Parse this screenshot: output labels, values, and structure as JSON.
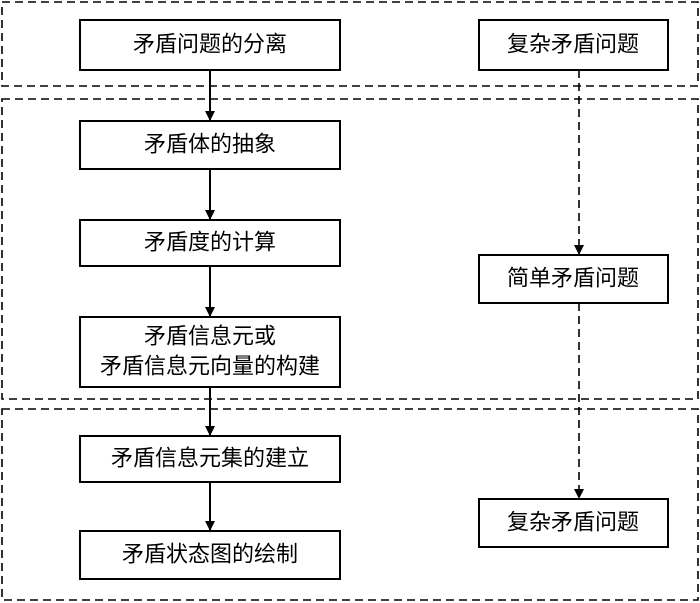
{
  "diagram": {
    "left_column": {
      "step_separate": "矛盾问题的分离",
      "step_abstract": "矛盾体的抽象",
      "step_compute": "矛盾度的计算",
      "step_construct_line1": "矛盾信息元或",
      "step_construct_line2": "矛盾信息元向量的构建",
      "step_establish": "矛盾信息元集的建立",
      "step_draw": "矛盾状态图的绘制"
    },
    "right_column": {
      "complex_top": "复杂矛盾问题",
      "simple": "简单矛盾问题",
      "complex_bottom": "复杂矛盾问题"
    }
  }
}
